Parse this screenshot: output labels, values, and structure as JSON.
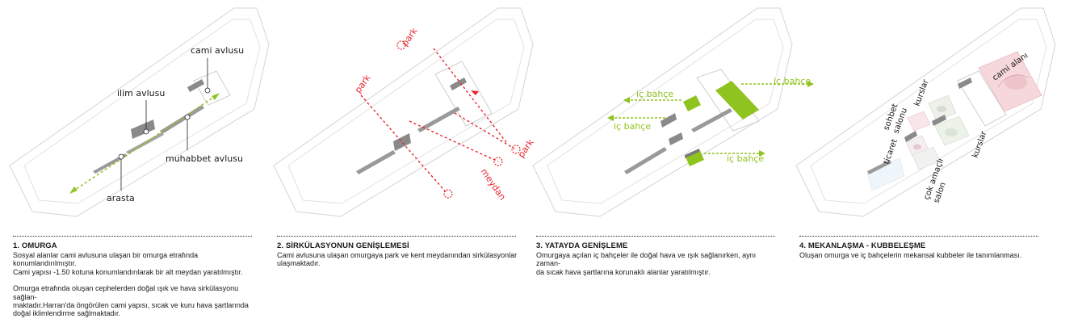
{
  "panels": [
    {
      "title": "1. OMURGA",
      "lines_a": [
        "Sosyal alanlar cami avlusuna ulaşan bir omurga etrafında konumlandırılmıştır.",
        "Cami yapısı -1.50 kotuna konumlandırılarak bir alt meydan yaratılmıştır."
      ],
      "lines_b": [
        "Omurga etrafında oluşan cephelerden doğal ışık ve hava sirkülasyonu sağlan-",
        "maktadır.Harran'da öngörülen cami yapısı, sıcak ve kuru hava şartlarında",
        "doğal   iklimlendirme   sağlmaktadır."
      ],
      "labels": {
        "cami_avlusu": "cami avlusu",
        "ilim_avlusu": "ilim avlusu",
        "muhabbet_avlusu": "muhabbet avlusu",
        "arasta": "arasta"
      }
    },
    {
      "title": "2. SİRKÜLASYONUN GENİŞLEMESİ",
      "lines_a": [
        "Cami avlusuna ulaşan omurgaya park ve kent meydanından sirkülasyonlar",
        "ulaşmaktadır."
      ],
      "labels": {
        "park_top": "park",
        "park_left": "park",
        "park_right": "park",
        "meydan": "meydan"
      }
    },
    {
      "title": "3. YATAYDA GENİŞLEME",
      "lines_a": [
        "Omurgaya açılan iç bahçeler ile doğal hava ve ışık sağlanırken, aynı zaman-",
        "da sıcak hava şartlarına korunaklı alanlar yaratılmıştır."
      ],
      "labels": {
        "ic_bahce_1": "iç bahçe",
        "ic_bahce_2": "iç bahçe",
        "ic_bahce_3": "iç bahçe",
        "ic_bahce_4": "iç bahçe"
      }
    },
    {
      "title": "4. MEKANLAŞMA - KUBBELEŞME",
      "lines_a": [
        "Oluşan omurga ve iç bahçelerin mekansal kubbeler ile tanımlanması."
      ],
      "labels": {
        "cami_alani": "cami alanı",
        "sohbet": "sohbet",
        "salonu": "salonu",
        "kurslar_top": "kurslar",
        "ticaret": "ticaret",
        "kurslar_bottom": "kurslar",
        "cok_amacli": "çok amaçlı",
        "salon": "salon"
      }
    }
  ],
  "colors": {
    "red": "#e8242e",
    "green": "#8fc31f",
    "slab": "#9a9a9a",
    "outline": "#d8d8d8"
  }
}
